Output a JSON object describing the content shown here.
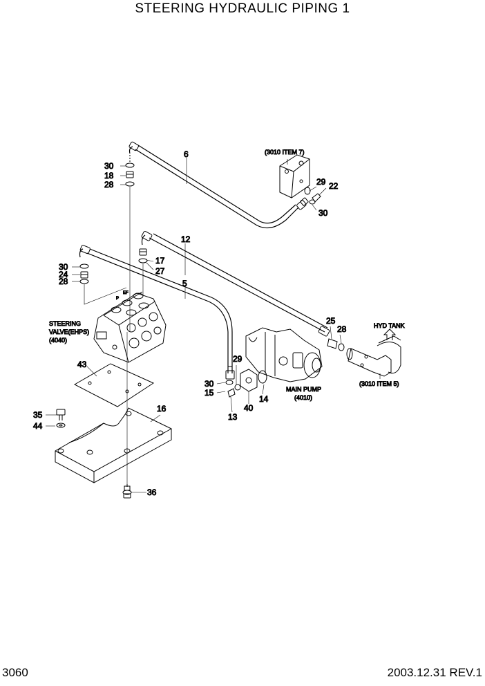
{
  "title": "STEERING HYDRAULIC PIPING 1",
  "footer": {
    "page_number": "3060",
    "revision": "2003.12.31  REV.1"
  },
  "part_numbers": {
    "p5": "5",
    "p6": "6",
    "p12": "12",
    "p13": "13",
    "p14": "14",
    "p15": "15",
    "p16": "16",
    "p17": "17",
    "p18": "18",
    "p22": "22",
    "p24": "24",
    "p25": "25",
    "p27": "27",
    "p28a": "28",
    "p28b": "28",
    "p28c": "28",
    "p29a": "29",
    "p29b": "29",
    "p30a": "30",
    "p30b": "30",
    "p30c": "30",
    "p30d": "30",
    "p35": "35",
    "p36": "36",
    "p40": "40",
    "p43": "43",
    "p44": "44"
  },
  "annotations": {
    "item7": "(3010  ITEM 7)",
    "item5": "(3010  ITEM 5)",
    "hyd_tank": "HYD TANK",
    "steering_1": "STEERING",
    "steering_2": "VALVE(EHPS)",
    "steering_3": "(4040)",
    "main_pump_1": "MAIN PUMP",
    "main_pump_2": "(4010)",
    "valve_p": "P",
    "valve_ef": "EF"
  }
}
